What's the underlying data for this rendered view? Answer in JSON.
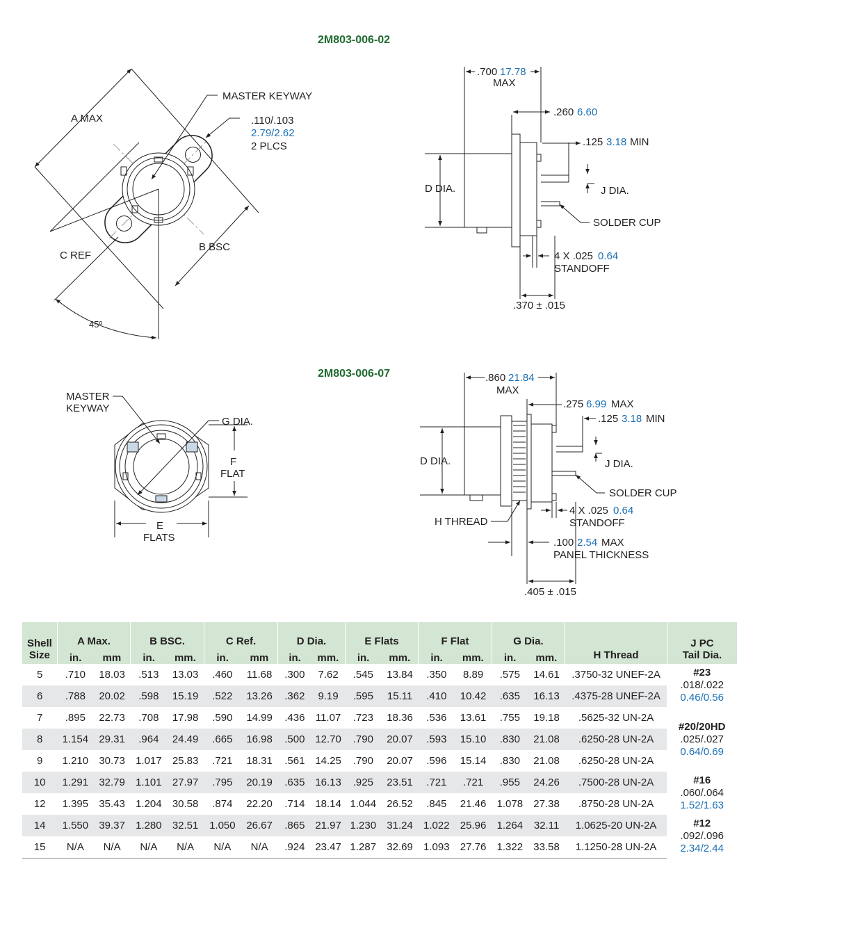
{
  "titles": {
    "top": "2M803-006-02",
    "bottom": "2M803-006-07"
  },
  "drawing1_front": {
    "a_max": "A MAX",
    "master_keyway": "MASTER KEYWAY",
    "hole_in": ".110/.103",
    "hole_mm": "2.79/2.62",
    "hole_count": "2 PLCS",
    "c_ref": "C REF",
    "b_bsc": "B BSC",
    "angle": "45º"
  },
  "drawing1_side": {
    "len_in": ".700",
    "len_mm": "17.78",
    "len_max": "MAX",
    "d260_in": ".260",
    "d260_mm": "6.60",
    "d125_in": ".125",
    "d125_mm": "3.18",
    "d125_min": "MIN",
    "d_dia": "D DIA.",
    "j_dia": "J DIA.",
    "solder_cup": "SOLDER CUP",
    "standoff_in": "4 X .025",
    "standoff_mm": "0.64",
    "standoff": "STANDOFF",
    "d370": ".370 ± .015"
  },
  "drawing2_front": {
    "master_keyway_1": "MASTER",
    "master_keyway_2": "KEYWAY",
    "g_dia": "G DIA.",
    "f": "F",
    "flat": "FLAT",
    "e": "E",
    "flats": "FLATS"
  },
  "drawing2_side": {
    "len_in": ".860",
    "len_mm": "21.84",
    "len_max": "MAX",
    "d275_in": ".275",
    "d275_mm": "6.99",
    "d275_max": "MAX",
    "d125_in": ".125",
    "d125_mm": "3.18",
    "d125_min": "MIN",
    "d_dia": "D DIA.",
    "j_dia": "J DIA.",
    "solder_cup": "SOLDER CUP",
    "standoff_in": "4 X .025",
    "standoff_mm": "0.64",
    "standoff": "STANDOFF",
    "h_thread": "H THREAD",
    "panel_in": ".100",
    "panel_mm": "2.54",
    "panel_max": "MAX",
    "panel": "PANEL THICKNESS",
    "d405": ".405 ± .015"
  },
  "table": {
    "groups": [
      "Shell Size",
      "A Max.",
      "B BSC.",
      "C Ref.",
      "D Dia.",
      "E Flats",
      "F Flat",
      "G Dia.",
      "H Thread",
      "J PC Tail Dia."
    ],
    "shell_1": "Shell",
    "shell_2": "Size",
    "jpc_1": "J PC",
    "jpc_2": "Tail Dia.",
    "sub": [
      "in.",
      "mm",
      "in.",
      "mm.",
      "in.",
      "mm",
      "in.",
      "mm.",
      "in.",
      "mm.",
      "in.",
      "mm.",
      "in.",
      "mm."
    ],
    "rows": [
      [
        "5",
        ".710",
        "18.03",
        ".513",
        "13.03",
        ".460",
        "11.68",
        ".300",
        "7.62",
        ".545",
        "13.84",
        ".350",
        "8.89",
        ".575",
        "14.61",
        ".3750-32 UNEF-2A"
      ],
      [
        "6",
        ".788",
        "20.02",
        ".598",
        "15.19",
        ".522",
        "13.26",
        ".362",
        "9.19",
        ".595",
        "15.11",
        ".410",
        "10.42",
        ".635",
        "16.13",
        ".4375-28 UNEF-2A"
      ],
      [
        "7",
        ".895",
        "22.73",
        ".708",
        "17.98",
        ".590",
        "14.99",
        ".436",
        "11.07",
        ".723",
        "18.36",
        ".536",
        "13.61",
        ".755",
        "19.18",
        ".5625-32 UN-2A"
      ],
      [
        "8",
        "1.154",
        "29.31",
        ".964",
        "24.49",
        ".665",
        "16.98",
        ".500",
        "12.70",
        ".790",
        "20.07",
        ".593",
        "15.10",
        ".830",
        "21.08",
        ".6250-28 UN-2A"
      ],
      [
        "9",
        "1.210",
        "30.73",
        "1.017",
        "25.83",
        ".721",
        "18.31",
        ".561",
        "14.25",
        ".790",
        "20.07",
        ".596",
        "15.14",
        ".830",
        "21.08",
        ".6250-28 UN-2A"
      ],
      [
        "10",
        "1.291",
        "32.79",
        "1.101",
        "27.97",
        ".795",
        "20.19",
        ".635",
        "16.13",
        ".925",
        "23.51",
        ".721",
        ".721",
        ".955",
        "24.26",
        ".7500-28 UN-2A"
      ],
      [
        "12",
        "1.395",
        "35.43",
        "1.204",
        "30.58",
        ".874",
        "22.20",
        ".714",
        "18.14",
        "1.044",
        "26.52",
        ".845",
        "21.46",
        "1.078",
        "27.38",
        ".8750-28 UN-2A"
      ],
      [
        "14",
        "1.550",
        "39.37",
        "1.280",
        "32.51",
        "1.050",
        "26.67",
        ".865",
        "21.97",
        "1.230",
        "31.24",
        "1.022",
        "25.96",
        "1.264",
        "32.11",
        "1.0625-20 UN-2A"
      ],
      [
        "15",
        "N/A",
        "N/A",
        "N/A",
        "N/A",
        "N/A",
        "N/A",
        ".924",
        "23.47",
        "1.287",
        "32.69",
        "1.093",
        "27.76",
        "1.322",
        "33.58",
        "1.1250-28 UN-2A"
      ]
    ],
    "jpc": [
      {
        "size": "#23",
        "in": ".018/.022",
        "mm": "0.46/0.56"
      },
      {
        "size": "#20/20HD",
        "in": ".025/.027",
        "mm": "0.64/0.69"
      },
      {
        "size": "#16",
        "in": ".060/.064",
        "mm": "1.52/1.63"
      },
      {
        "size": "#12",
        "in": ".092/.096",
        "mm": "2.34/2.44"
      }
    ]
  },
  "colors": {
    "title_green": "#1e6b30",
    "metric_blue": "#1a6fb5",
    "header_green": "#d3e5d3",
    "row_gray": "#e6e7e8"
  }
}
